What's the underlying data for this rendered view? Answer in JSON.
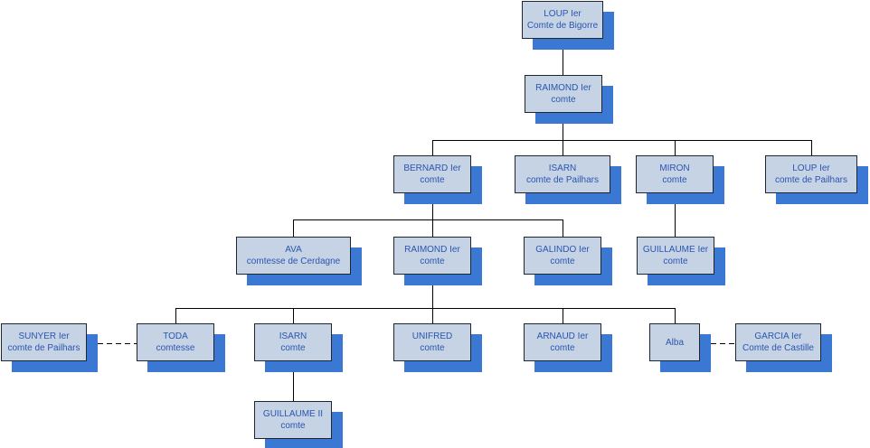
{
  "colors": {
    "box_fill": "#c5d3e4",
    "box_border": "#1f2630",
    "shadow": "#3a78d4",
    "text": "#2b55b0",
    "line": "#000000"
  },
  "nodes": {
    "loup1": {
      "line1": "LOUP Ier",
      "line2": "Comte de Bigorre"
    },
    "raimond1": {
      "line1": "RAIMOND Ier",
      "line2": "comte"
    },
    "bernard": {
      "line1": "BERNARD Ier",
      "line2": "comte"
    },
    "isarn1": {
      "line1": "ISARN",
      "line2": "comte de Pailhars"
    },
    "miron": {
      "line1": "MIRON",
      "line2": "comte"
    },
    "loup2": {
      "line1": "LOUP Ier",
      "line2": "comte de Pailhars"
    },
    "ava": {
      "line1": "AVA",
      "line2": "comtesse de Cerdagne"
    },
    "raimond2": {
      "line1": "RAIMOND Ier",
      "line2": "comte"
    },
    "galindo": {
      "line1": "GALINDO Ier",
      "line2": "comte"
    },
    "guillaume1": {
      "line1": "GUILLAUME Ier",
      "line2": "comte"
    },
    "sunyer": {
      "line1": "SUNYER Ier",
      "line2": "comte de Pailhars"
    },
    "toda": {
      "line1": "TODA",
      "line2": "comtesse"
    },
    "isarn2": {
      "line1": "ISARN",
      "line2": "comte"
    },
    "unifred": {
      "line1": "UNIFRED",
      "line2": "comte"
    },
    "arnaud": {
      "line1": "ARNAUD Ier",
      "line2": "comte"
    },
    "alba": {
      "line1": "Alba",
      "line2": ""
    },
    "garcia": {
      "line1": "GARCIA Ier",
      "line2": "Comte de Castille"
    },
    "guillaume2": {
      "line1": "GUILLAUME II",
      "line2": "comte"
    }
  },
  "relations": {
    "parent_child": [
      [
        "loup1",
        "raimond1"
      ],
      [
        "raimond1",
        "bernard"
      ],
      [
        "raimond1",
        "isarn1"
      ],
      [
        "raimond1",
        "miron"
      ],
      [
        "raimond1",
        "loup2"
      ],
      [
        "bernard",
        "ava"
      ],
      [
        "bernard",
        "raimond2"
      ],
      [
        "bernard",
        "galindo"
      ],
      [
        "miron",
        "guillaume1"
      ],
      [
        "raimond2",
        "toda"
      ],
      [
        "raimond2",
        "isarn2"
      ],
      [
        "raimond2",
        "unifred"
      ],
      [
        "raimond2",
        "arnaud"
      ],
      [
        "raimond2",
        "alba"
      ],
      [
        "isarn2",
        "guillaume2"
      ]
    ],
    "spouses": [
      [
        "sunyer",
        "toda"
      ],
      [
        "alba",
        "garcia"
      ]
    ]
  }
}
